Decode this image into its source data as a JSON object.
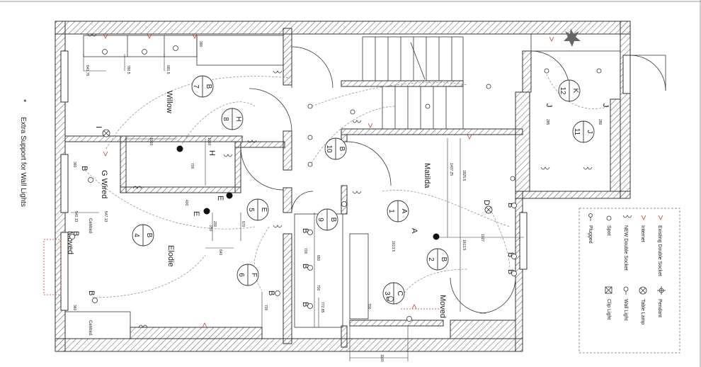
{
  "note": {
    "bullet": "*",
    "text": "Extra Support for Wall Lights"
  },
  "rooms": [
    {
      "key": "willow",
      "name": "Willow"
    },
    {
      "key": "elodie",
      "name": "Elodie"
    },
    {
      "key": "matilda",
      "name": "Matilda"
    }
  ],
  "circuits": [
    {
      "letter": "B",
      "num": "7"
    },
    {
      "letter": "H",
      "num": "8"
    },
    {
      "letter": "B",
      "num": "10"
    },
    {
      "letter": "K",
      "num": "12"
    },
    {
      "letter": "J",
      "num": "11"
    },
    {
      "letter": "E",
      "num": "5"
    },
    {
      "letter": "B",
      "num": "4"
    },
    {
      "letter": "B",
      "num": "9"
    },
    {
      "letter": "A",
      "num": "1"
    },
    {
      "letter": "B",
      "num": "2"
    },
    {
      "letter": "F",
      "num": "6"
    },
    {
      "letter": "C",
      "num": "3"
    }
  ],
  "annotations": {
    "g_wired": "G Wired",
    "moved_left": "Moved",
    "moved_right": "Moved",
    "centred_top": "Centred",
    "centred_bottom": "Centred"
  },
  "letters": {
    "i": "I",
    "h": "H",
    "e1": "E",
    "e2": "E",
    "a": "A",
    "d": "D",
    "b1": "B",
    "b2": "B",
    "b3": "B",
    "b4": "B",
    "b5": "B",
    "b6": "B",
    "b7": "B",
    "b8": "B",
    "b9": "B",
    "b10": "B",
    "b11": "B",
    "j1": "J",
    "j2": "J"
  },
  "dimensions": [
    "641.75",
    "780.5",
    "681.5",
    "390",
    "1050",
    "1060",
    "700",
    "540.13",
    "547.13",
    "360",
    "400",
    "200",
    "670",
    "640",
    "250",
    "1407.25",
    "1825.5",
    "1613.5",
    "1613.5",
    "1027",
    "650",
    "700",
    "700",
    "772.85",
    "700",
    "1100",
    "285",
    "280",
    "360",
    "700"
  ],
  "legend": {
    "items": [
      {
        "label": "Existing Double Socket",
        "icon": "existing-double-socket-icon"
      },
      {
        "label": "Internet",
        "icon": "internet-icon"
      },
      {
        "label": "NEW Double Socket",
        "icon": "new-double-socket-icon"
      },
      {
        "label": "Spot",
        "icon": "spot-icon"
      },
      {
        "label": "Plugged",
        "icon": "plugged-icon"
      },
      {
        "label": "Pendant",
        "icon": "pendant-icon"
      },
      {
        "label": "Table Lamp",
        "icon": "table-lamp-icon"
      },
      {
        "label": "Wall Light",
        "icon": "wall-light-icon"
      },
      {
        "label": "Clip Light",
        "icon": "clip-light-icon"
      }
    ]
  },
  "colors": {
    "wall": "#333333",
    "hatch": "#555555",
    "accent_red": "#c0392b",
    "wire": "#888888"
  }
}
